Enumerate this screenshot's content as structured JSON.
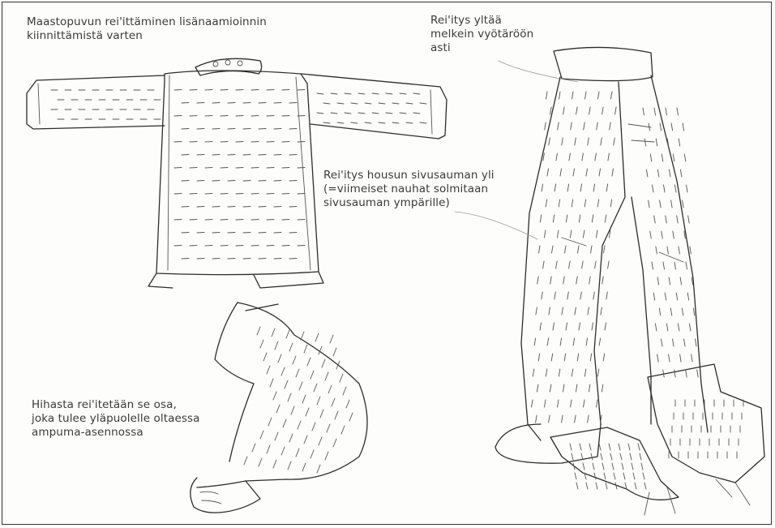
{
  "labels": {
    "jacket": "Maastopuvun rei'ittäminen lisänaamioinnin\nkiinnittämistä varten",
    "waist": "Rei'itys yltää\nmelkein vyötäröön\nasti",
    "side_seam": "Rei'itys housun sivusauman yli\n(=viimeiset nauhat solmitaan\nsivusauman ympärille)",
    "sleeve": "Hihasta rei'itetään se osa,\njoka tulee yläpuolelle oltaessa\nampuma-asennossa"
  },
  "colors": {
    "ink": "#2c2c2c",
    "paper": "#fdfdfc",
    "text": "#3a3a3a"
  }
}
